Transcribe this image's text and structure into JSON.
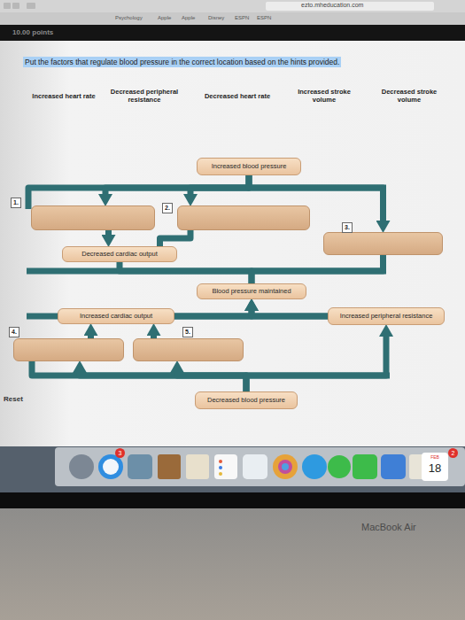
{
  "diagram": {
    "nodes": [
      {
        "text": [
          "Increased blood pressure"
        ]
      },
      {
        "text": [
          "1."
        ]
      },
      {
        "text": [
          "2."
        ]
      },
      {
        "text": [
          "3."
        ]
      },
      {
        "text": [
          "Decreased cardiac output"
        ]
      },
      {
        "text": [
          "Blood pressure maintained"
        ]
      },
      {
        "text": [
          "Increased cardiac output"
        ]
      },
      {
        "text": [
          "Increased peripheral resistance"
        ]
      },
      {
        "text": [
          "4."
        ]
      },
      {
        "text": [
          "5."
        ]
      },
      {
        "text": [
          "Decreased blood pressure"
        ]
      }
    ],
    "edges": [
      {
        "from": 0,
        "to": 1,
        "arrow": "to"
      },
      {
        "from": 0,
        "to": 2,
        "arrow": "to"
      },
      {
        "from": 0,
        "to": 3,
        "arrow": "to"
      },
      {
        "from": 1,
        "to": 4,
        "arrow": "to"
      },
      {
        "from": 2,
        "to": 4,
        "arrow": "to"
      },
      {
        "from": 4,
        "to": 5,
        "arrow": "to"
      },
      {
        "from": 3,
        "to": 5,
        "arrow": "to"
      },
      {
        "from": 10,
        "to": 8,
        "arrow": "to"
      },
      {
        "from": 10,
        "to": 9,
        "arrow": "to"
      },
      {
        "from": 10,
        "to": 7,
        "arrow": "to"
      },
      {
        "from": 8,
        "to": 6,
        "arrow": "to"
      },
      {
        "from": 9,
        "to": 6,
        "arrow": "to"
      },
      {
        "from": 6,
        "to": 5,
        "arrow": "to"
      },
      {
        "from": 7,
        "to": 5,
        "arrow": "to"
      }
    ],
    "labels": [
      "ezto.mheducation.com",
      "Psychology",
      "Apple",
      "Apple",
      "Disney",
      "ESPN",
      "ESPN",
      "10.00 points",
      "Put the factors that regulate blood pressure in the correct location based on the hints provided.",
      "Increased heart rate",
      "Decreased peripheral resistance",
      "Decreased heart rate",
      "Increased stroke volume",
      "Decreased stroke volume",
      "Reset",
      "3",
      "FEB",
      "2",
      "18",
      "MacBook Air"
    ]
  }
}
